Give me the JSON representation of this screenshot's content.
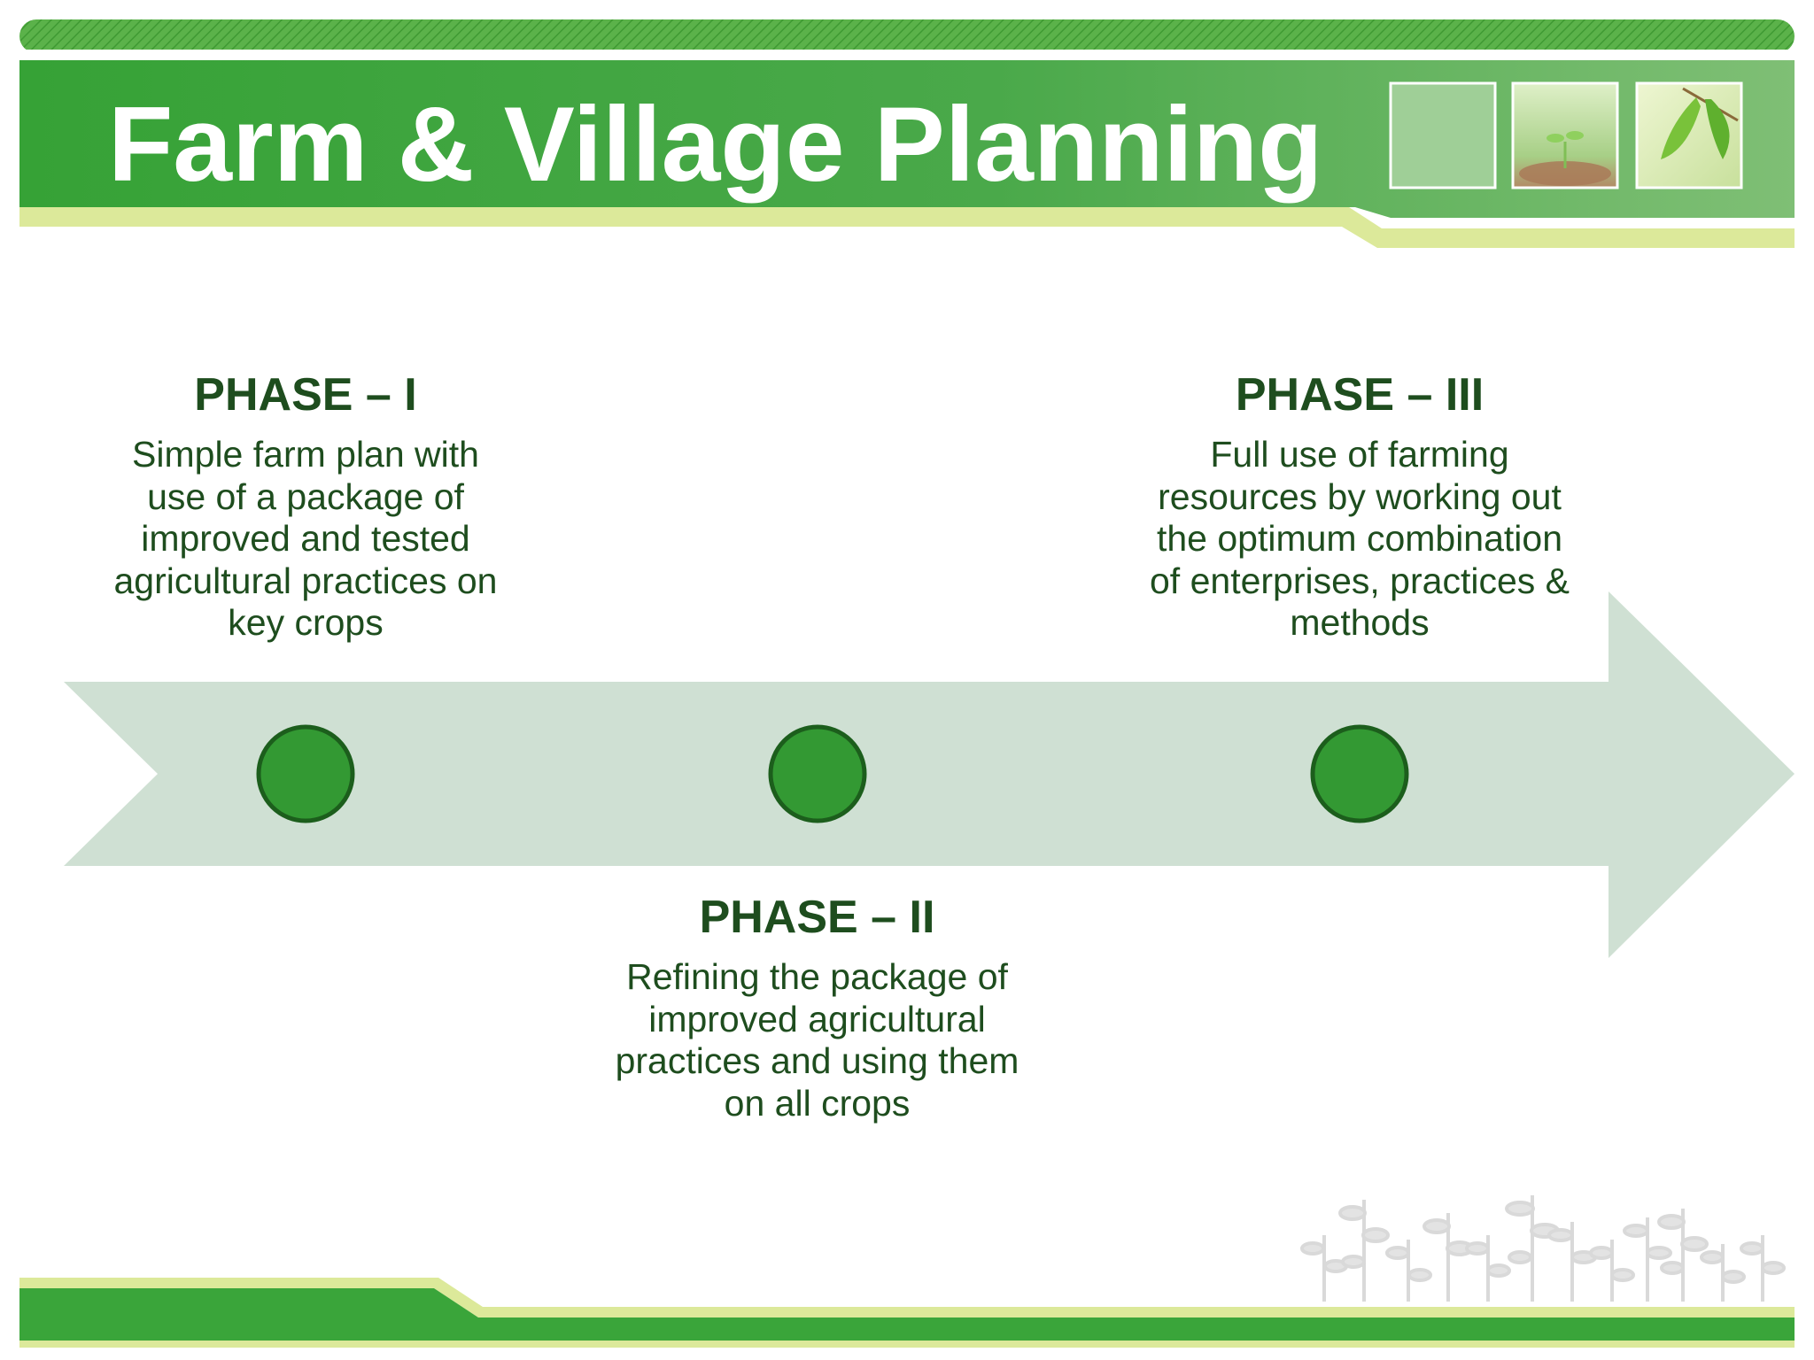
{
  "slide": {
    "title": "Farm & Village Planning"
  },
  "colors": {
    "header_green": "#3aa53a",
    "header_green_light": "#77b96f",
    "stripe_green": "#4caa3c",
    "lime_accent": "#dce99a",
    "arrow_fill": "#cfe0d3",
    "marker_fill": "#339933",
    "marker_stroke": "#1c5e1c",
    "text_dark_green": "#1e4d1e"
  },
  "phases": [
    {
      "heading": "PHASE – I",
      "lines": [
        "Simple farm plan with",
        "use of a package of",
        "improved and tested",
        "agricultural practices on",
        "key crops"
      ]
    },
    {
      "heading": "PHASE – II",
      "lines": [
        "Refining the package of",
        "improved agricultural",
        "practices and using them",
        "on all crops"
      ]
    },
    {
      "heading": "PHASE – III",
      "lines": [
        "Full use of farming",
        "resources by working out",
        "the optimum combination",
        "of enterprises, practices &",
        "methods"
      ]
    }
  ]
}
